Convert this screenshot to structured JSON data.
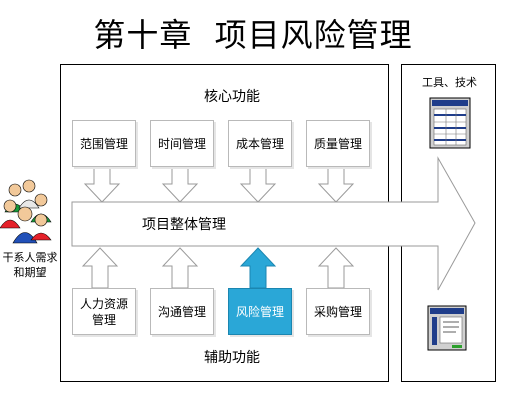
{
  "title": "第十章  项目风险管理",
  "core_label": "核心功能",
  "aux_label": "辅助功能",
  "tools_label": "工具、技术",
  "integration_label": "项目整体管理",
  "stakeholder_label": "干系人需求\n和期望",
  "core_boxes": [
    "范围管理",
    "时间管理",
    "成本管理",
    "质量管理"
  ],
  "aux_boxes": [
    "人力资源\n管理",
    "沟通管理",
    "风险管理",
    "采购管理"
  ],
  "highlight_color": "#2aa7d7"
}
